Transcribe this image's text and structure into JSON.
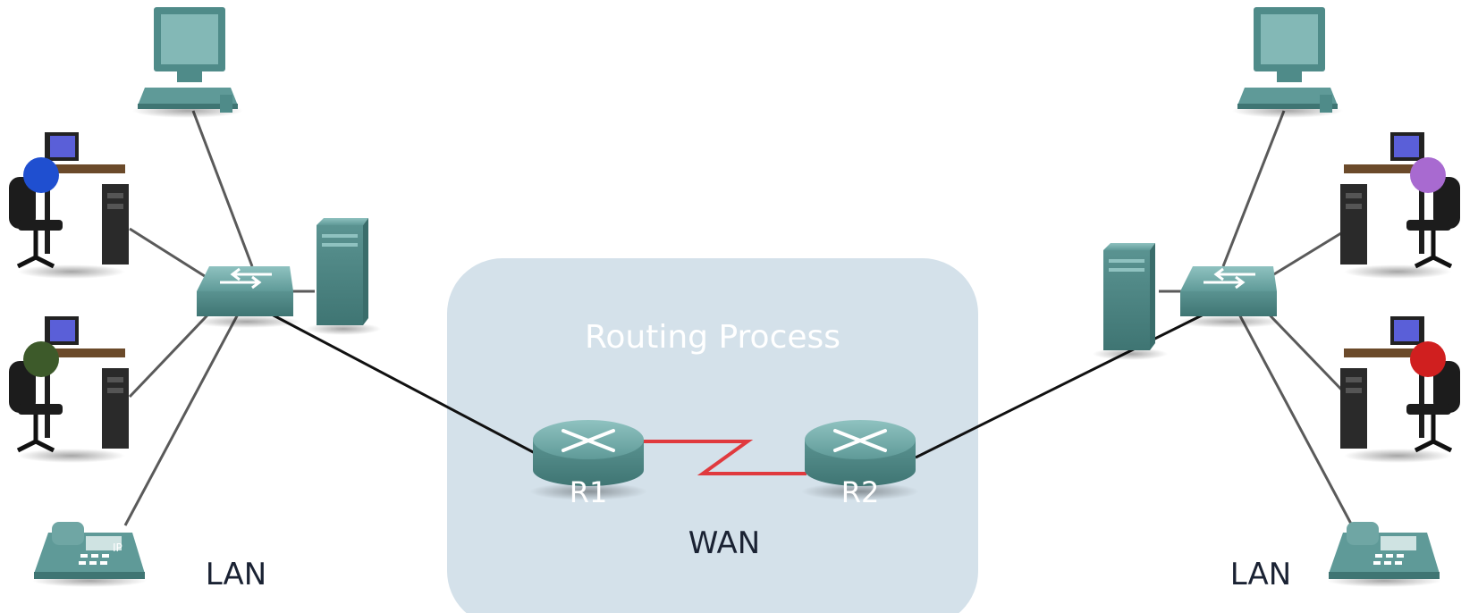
{
  "routing_area": {
    "title": "Routing Process",
    "wan_label": "WAN"
  },
  "routers": {
    "r1": "R1",
    "r2": "R2"
  },
  "lans": {
    "left_label": "LAN",
    "right_label": "LAN"
  },
  "devices": {
    "left": [
      "desktop-pc-icon",
      "user-workstation-icon",
      "user-workstation-icon",
      "ip-phone-icon",
      "switch-icon",
      "server-icon"
    ],
    "right": [
      "desktop-pc-icon",
      "user-workstation-icon",
      "user-workstation-icon",
      "ip-phone-icon",
      "switch-icon",
      "server-icon"
    ]
  },
  "phone_badge": "IP",
  "colors": {
    "routing_area_bg": "#d4e1ea",
    "routing_title": "#ffffff",
    "device_teal": "#4f8b89",
    "wan_link": "#e03a3e",
    "lan_cable": "#5a5a5a",
    "uplink_cable": "#111111",
    "label_text": "#1a2233"
  }
}
